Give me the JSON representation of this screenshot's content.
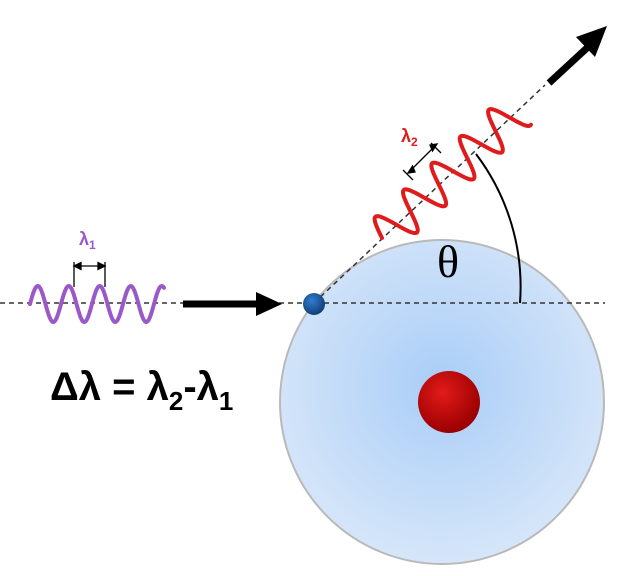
{
  "labels": {
    "lambda1": {
      "symbol": "λ",
      "sub": "1"
    },
    "lambda2": {
      "symbol": "λ",
      "sub": "2"
    },
    "theta": "θ",
    "formula": {
      "lhs": "Δλ = ",
      "a": "λ",
      "a_sub": "2",
      "minus": "-",
      "b": "λ",
      "b_sub": "1"
    }
  },
  "colors": {
    "incident_wave": "#9b59c8",
    "scattered_wave": "#e01b1b",
    "atom_cloud": "#bcd6f5",
    "nucleus": "#cc0000",
    "electron": "#1f5fa8",
    "arrow": "#000000"
  }
}
